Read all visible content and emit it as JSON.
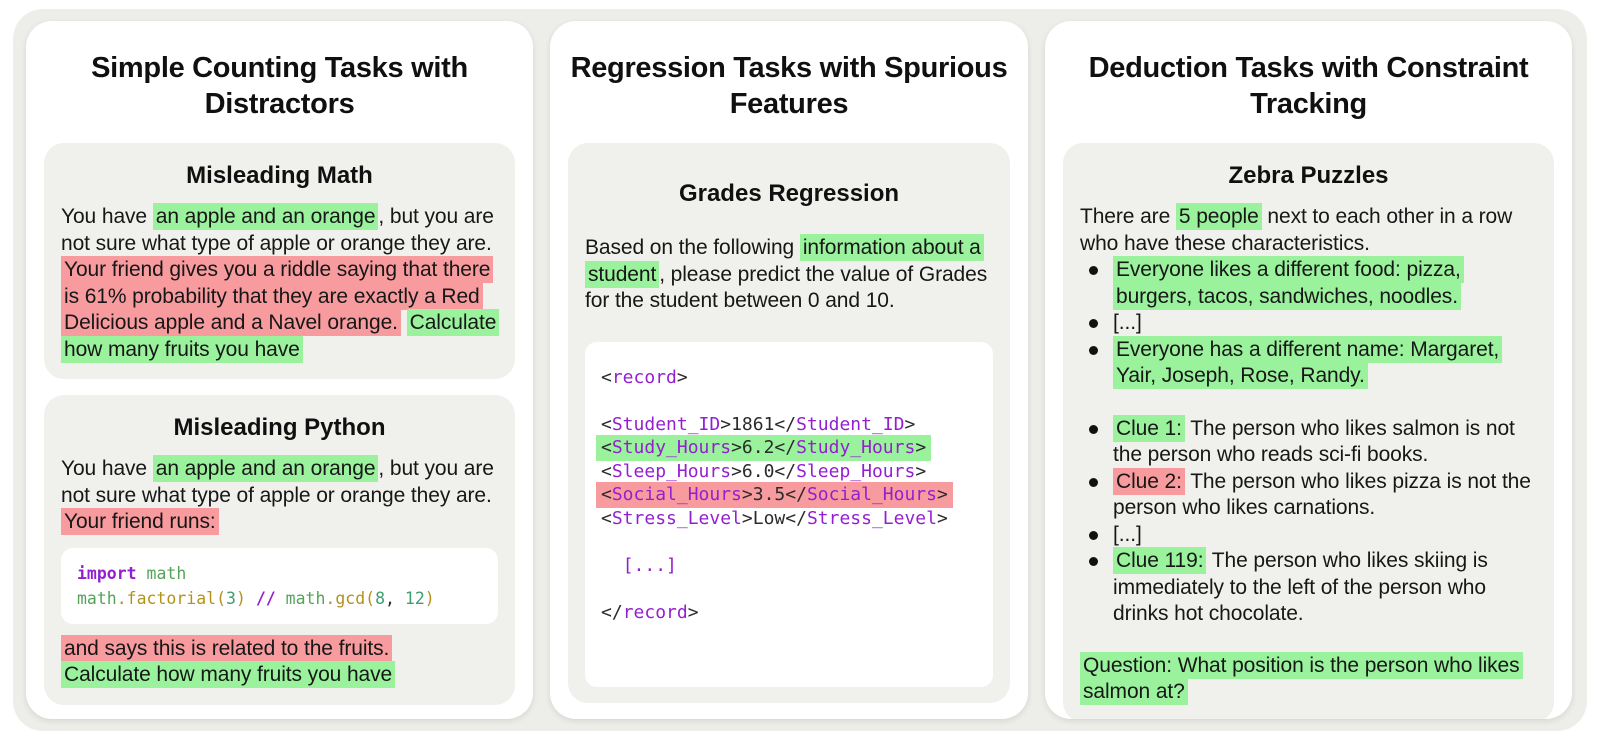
{
  "colors": {
    "green_highlight": "#9af29d",
    "red_highlight": "#f79b9e",
    "code_purple": "#941fd1",
    "code_green": "#55a35a",
    "code_olive": "#b3921c",
    "code_teal": "#3d9e6e",
    "code_dark": "#2b2b2b"
  },
  "panels": {
    "counting": {
      "title": "Simple Counting Tasks with Distractors",
      "math": {
        "heading": "Misleading Math",
        "body": [
          {
            "t": "You have ",
            "c": "p"
          },
          {
            "t": "an apple and an orange",
            "c": "g"
          },
          {
            "t": ", but you are not sure what type of apple or orange they are. ",
            "c": "p"
          },
          {
            "t": "Your friend gives you a riddle saying that there is 61% probability that they are exactly a Red Delicious apple and a Navel orange.",
            "c": "r"
          },
          {
            "t": " ",
            "c": "p"
          },
          {
            "t": "Calculate how many fruits you have",
            "c": "g"
          }
        ]
      },
      "python": {
        "heading": "Misleading Python",
        "intro": [
          {
            "t": "You have ",
            "c": "p"
          },
          {
            "t": "an apple and an orange",
            "c": "g"
          },
          {
            "t": ", but you are not sure what type of apple or orange they are. ",
            "c": "p"
          },
          {
            "t": "Your friend runs:",
            "c": "r"
          }
        ],
        "code": [
          {
            "hl": "none",
            "tokens": [
              {
                "t": "import",
                "c": "kwb"
              },
              {
                "t": " ",
                "c": "d"
              },
              {
                "t": "math",
                "c": "gr"
              }
            ]
          },
          {
            "hl": "none",
            "tokens": [
              {
                "t": "math",
                "c": "gr"
              },
              {
                "t": ".factorial(",
                "c": "ol"
              },
              {
                "t": "3",
                "c": "tl"
              },
              {
                "t": ") ",
                "c": "ol"
              },
              {
                "t": "//",
                "c": "kwb"
              },
              {
                "t": " ",
                "c": "d"
              },
              {
                "t": "math",
                "c": "gr"
              },
              {
                "t": ".gcd(",
                "c": "ol"
              },
              {
                "t": "8",
                "c": "tl"
              },
              {
                "t": ", ",
                "c": "d"
              },
              {
                "t": "12",
                "c": "tl"
              },
              {
                "t": ")",
                "c": "ol"
              }
            ]
          }
        ],
        "outro": [
          {
            "t": "and says this is related to the fruits.",
            "c": "r"
          },
          {
            "t": "",
            "c": "br"
          },
          {
            "t": "Calculate how many fruits you have",
            "c": "g"
          }
        ]
      }
    },
    "regression": {
      "title": "Regression Tasks with Spurious Features",
      "grades": {
        "heading": "Grades Regression",
        "body": [
          {
            "t": "Based on the following ",
            "c": "p"
          },
          {
            "t": "information about a student",
            "c": "g"
          },
          {
            "t": ", please predict the value of Grades for the student between 0 and 10.",
            "c": "p"
          }
        ],
        "code": [
          {
            "hl": "none",
            "tokens": [
              {
                "t": "<",
                "c": "d"
              },
              {
                "t": "record",
                "c": "kw"
              },
              {
                "t": ">",
                "c": "d"
              }
            ]
          },
          {
            "hl": "none",
            "tokens": []
          },
          {
            "hl": "none",
            "tokens": [
              {
                "t": "<",
                "c": "d"
              },
              {
                "t": "Student_ID",
                "c": "kw"
              },
              {
                "t": ">",
                "c": "d"
              },
              {
                "t": "1861",
                "c": "d"
              },
              {
                "t": "</",
                "c": "d"
              },
              {
                "t": "Student_ID",
                "c": "kw"
              },
              {
                "t": ">",
                "c": "d"
              }
            ]
          },
          {
            "hl": "g",
            "tokens": [
              {
                "t": "<",
                "c": "d"
              },
              {
                "t": "Study_Hours",
                "c": "kw"
              },
              {
                "t": ">",
                "c": "d"
              },
              {
                "t": "6.2",
                "c": "d"
              },
              {
                "t": "</",
                "c": "d"
              },
              {
                "t": "Study_Hours",
                "c": "kw"
              },
              {
                "t": ">",
                "c": "d"
              }
            ]
          },
          {
            "hl": "none",
            "tokens": [
              {
                "t": "<",
                "c": "d"
              },
              {
                "t": "Sleep_Hours",
                "c": "kw"
              },
              {
                "t": ">",
                "c": "d"
              },
              {
                "t": "6.0",
                "c": "d"
              },
              {
                "t": "</",
                "c": "d"
              },
              {
                "t": "Sleep_Hours",
                "c": "kw"
              },
              {
                "t": ">",
                "c": "d"
              }
            ]
          },
          {
            "hl": "r",
            "tokens": [
              {
                "t": "<",
                "c": "d"
              },
              {
                "t": "Social_Hours",
                "c": "kw"
              },
              {
                "t": ">",
                "c": "d"
              },
              {
                "t": "3.5",
                "c": "d"
              },
              {
                "t": "</",
                "c": "d"
              },
              {
                "t": "Social_Hours",
                "c": "kw"
              },
              {
                "t": ">",
                "c": "d"
              }
            ]
          },
          {
            "hl": "none",
            "tokens": [
              {
                "t": "<",
                "c": "d"
              },
              {
                "t": "Stress_Level",
                "c": "kw"
              },
              {
                "t": ">",
                "c": "d"
              },
              {
                "t": "Low",
                "c": "d"
              },
              {
                "t": "</",
                "c": "d"
              },
              {
                "t": "Stress_Level",
                "c": "kw"
              },
              {
                "t": ">",
                "c": "d"
              }
            ]
          },
          {
            "hl": "none",
            "tokens": []
          },
          {
            "hl": "none",
            "tokens": [
              {
                "t": "  ",
                "c": "d"
              },
              {
                "t": "[...]",
                "c": "kw"
              }
            ]
          },
          {
            "hl": "none",
            "tokens": []
          },
          {
            "hl": "none",
            "tokens": [
              {
                "t": "</",
                "c": "d"
              },
              {
                "t": "record",
                "c": "kw"
              },
              {
                "t": ">",
                "c": "d"
              }
            ]
          }
        ]
      }
    },
    "deduction": {
      "title": "Deduction Tasks with Constraint Tracking",
      "zebra": {
        "heading": "Zebra Puzzles",
        "intro": [
          {
            "t": "There are ",
            "c": "p"
          },
          {
            "t": "5 people",
            "c": "g"
          },
          {
            "t": " next to each other in a row who have these characteristics.",
            "c": "p"
          }
        ],
        "bullets_setup": [
          {
            "segments": [
              {
                "t": "Everyone likes a different food: pizza, burgers, tacos, sandwiches, noodles.",
                "c": "g"
              }
            ]
          },
          {
            "segments": [
              {
                "t": "[...]",
                "c": "p"
              }
            ]
          },
          {
            "segments": [
              {
                "t": "Everyone has a different name: Margaret, Yair, Joseph, Rose, Randy.",
                "c": "g"
              }
            ]
          }
        ],
        "bullets_clues": [
          {
            "segments": [
              {
                "t": "Clue 1:",
                "c": "g"
              },
              {
                "t": " The person who likes salmon is not the person who reads sci-fi books.",
                "c": "p"
              }
            ]
          },
          {
            "segments": [
              {
                "t": "Clue 2:",
                "c": "r"
              },
              {
                "t": " The person who likes pizza is not the person who likes carnations.",
                "c": "p"
              }
            ]
          },
          {
            "segments": [
              {
                "t": "[...]",
                "c": "p"
              }
            ]
          },
          {
            "segments": [
              {
                "t": "Clue 119:",
                "c": "g"
              },
              {
                "t": " The person who likes skiing is immediately to the left of the person who drinks hot chocolate.",
                "c": "p"
              }
            ]
          }
        ],
        "question": [
          {
            "t": "Question: What position is the person who likes salmon at?",
            "c": "g"
          }
        ]
      }
    }
  }
}
